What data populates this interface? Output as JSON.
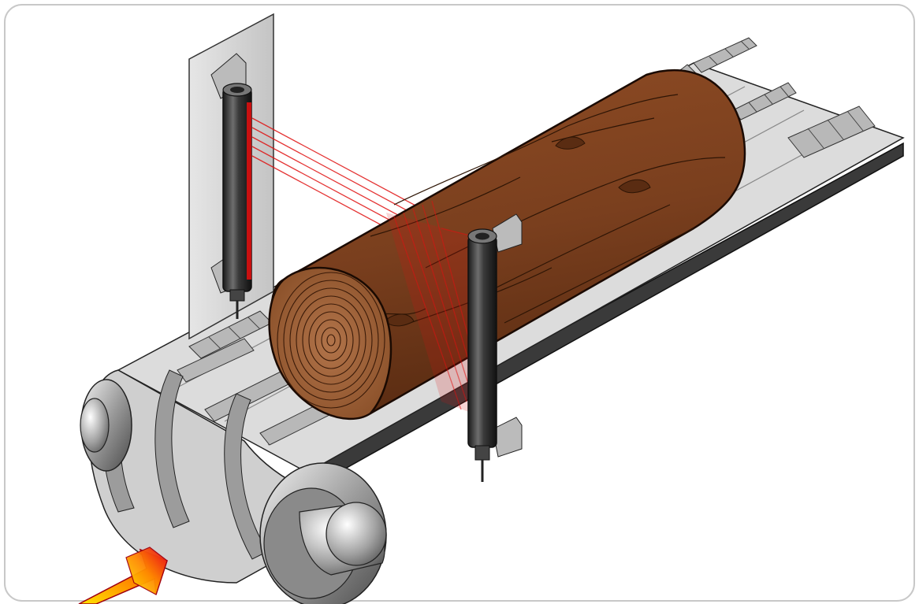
{
  "scene": {
    "subject": "log",
    "equipment": [
      "belt-conveyor",
      "light-curtain-emitter",
      "light-curtain-receiver"
    ],
    "flow_direction": "toward-bottom-left"
  },
  "colors": {
    "frame_border": "#c8c8c8",
    "belt_light": "#dcdcdc",
    "belt_dark": "#8a8a8a",
    "conveyor_side": "#3a3a3a",
    "log_bark": "#7a3f1e",
    "log_end": "#9a5f35",
    "sensor_body": "#3c3c3c",
    "beam": "#e01010",
    "mount_plate": "#d9d9d9",
    "arrow_start": "#ffe400",
    "arrow_end": "#e8001c"
  }
}
